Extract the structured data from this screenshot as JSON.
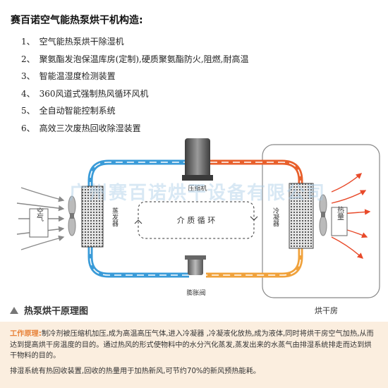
{
  "header": {
    "title": "赛百诺空气能热泵烘干机构造:"
  },
  "features": [
    {
      "num": "1、",
      "text": "空气能热泵烘干除湿机"
    },
    {
      "num": "2、",
      "text": "聚氨酯发泡保温库房(定制),硬质聚氨酯防火,阻燃,耐高温"
    },
    {
      "num": "3、",
      "text": "智能温湿度检测装置"
    },
    {
      "num": "4、",
      "text": "360风道式强制热风循环风机"
    },
    {
      "num": "5、",
      "text": "全自动智能控制系统"
    },
    {
      "num": "6、",
      "text": "高效三次废热回收除湿装置"
    }
  ],
  "diagram": {
    "compressor": "压缩机",
    "evaporator": "蒸发器",
    "condenser": "冷凝器",
    "medium_cycle": "介 质 循 环",
    "expansion_valve": "膨胀阀",
    "air_label": "空气",
    "heat_label": "热量",
    "watermark": "广州赛百诺烘干设备有限公司",
    "dry_room": "烘干房",
    "caption": "热泵烘干原理图",
    "colors": {
      "cold": "#3a9bd8",
      "hot": "#e8602c",
      "warm": "#f0a23c",
      "coil": "#555555"
    }
  },
  "info": {
    "lead": "工作原理:",
    "body": "制冷剂被压缩机加压,成为高温高压气体,进入冷凝器 ,冷凝液化放热,成为液体,同时将烘干房空气加热,从而达到提高烘干房温度的目的。通过热风的形式使物料中的水分汽化蒸发,蒸发出来的水蒸气由排湿系统排走而达到烘干物料的目的。",
    "exhaust": "排湿系统有热回收装置,回收的热量用于加热新风,可节约70%的新风预热能耗。"
  }
}
